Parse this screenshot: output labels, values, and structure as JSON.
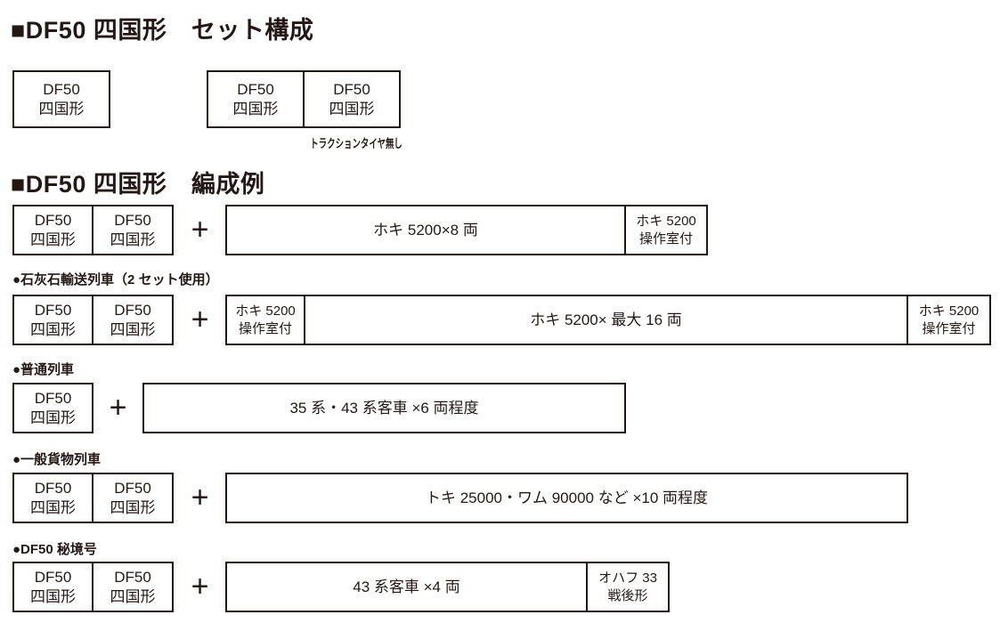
{
  "colors": {
    "ink": "#231815",
    "bg": "#ffffff"
  },
  "set_section": {
    "heading": "■DF50 四国形　セット構成",
    "boxes": {
      "single": {
        "line1": "DF50",
        "line2": "四国形"
      },
      "pair_left": {
        "line1": "DF50",
        "line2": "四国形"
      },
      "pair_right": {
        "line1": "DF50",
        "line2": "四国形"
      }
    },
    "pair_note": "トラクションタイヤ無し"
  },
  "formation_section": {
    "heading": "■DF50 四国形　編成例",
    "plus_sign": "+",
    "formations": [
      {
        "locos": [
          {
            "line1": "DF50",
            "line2": "四国形"
          },
          {
            "line1": "DF50",
            "line2": "四国形"
          }
        ],
        "cars": [
          {
            "text": "ホキ 5200×8 両"
          },
          {
            "line1": "ホキ 5200",
            "line2": "操作室付"
          }
        ]
      },
      {
        "label": "●石灰石輸送列車（2 セット使用）",
        "locos": [
          {
            "line1": "DF50",
            "line2": "四国形"
          },
          {
            "line1": "DF50",
            "line2": "四国形"
          }
        ],
        "cars": [
          {
            "line1": "ホキ 5200",
            "line2": "操作室付"
          },
          {
            "text": "ホキ 5200× 最大 16 両"
          },
          {
            "line1": "ホキ 5200",
            "line2": "操作室付"
          }
        ]
      },
      {
        "label": "●普通列車",
        "locos": [
          {
            "line1": "DF50",
            "line2": "四国形"
          }
        ],
        "cars": [
          {
            "text": "35 系・43 系客車 ×6 両程度"
          }
        ]
      },
      {
        "label": "●一般貨物列車",
        "locos": [
          {
            "line1": "DF50",
            "line2": "四国形"
          },
          {
            "line1": "DF50",
            "line2": "四国形"
          }
        ],
        "cars": [
          {
            "text": "トキ 25000・ワム 90000 など ×10 両程度"
          }
        ]
      },
      {
        "label": "●DF50 秘境号",
        "locos": [
          {
            "line1": "DF50",
            "line2": "四国形"
          },
          {
            "line1": "DF50",
            "line2": "四国形"
          }
        ],
        "cars": [
          {
            "text": "43 系客車 ×4 両"
          },
          {
            "line1": "オハフ 33",
            "line2": "戦後形"
          }
        ]
      }
    ]
  }
}
